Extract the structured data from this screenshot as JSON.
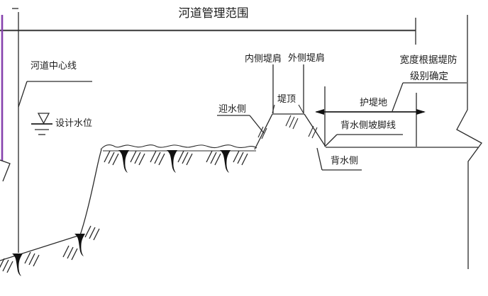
{
  "diagram": {
    "title": "河道管理范围",
    "labels": {
      "river_centerline": "河道中心线",
      "design_water_level": "设计水位",
      "water_facing_side": "迎水侧",
      "inner_shoulder": "内侧堤肩",
      "outer_shoulder": "外侧堤肩",
      "levee_crest": "堤顶",
      "levee_protection_land": "护堤地",
      "landside_slope_toe_line": "背水侧坡脚线",
      "landside": "背水侧",
      "width_note_line1": "宽度根据堤防",
      "width_note_line2": "级别确定"
    },
    "colors": {
      "line": "#2a2a2a",
      "boundary_line": "#4d4d4d",
      "centerline_accent_purple": "#8642ad",
      "background": "#ffffff"
    },
    "icons": {
      "water_level_icon": "inverted-triangle-with-dashes",
      "vegetation_icon": "grass-tuft",
      "hatch_icon": "triple-slash"
    }
  }
}
